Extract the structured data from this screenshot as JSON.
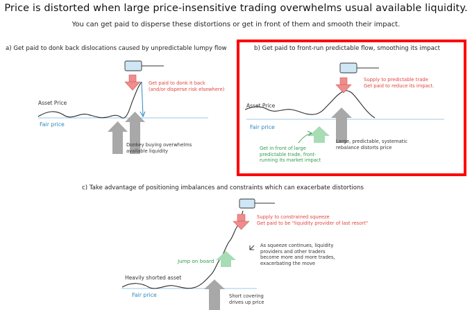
{
  "header": {
    "title": "Price is distorted when large price-insensitive trading overwhelms usual available liquidity.",
    "subtitle": "You can get paid to disperse these distortions or get in front of them and smooth their impact."
  },
  "panel_a": {
    "label": "a)  Get paid to donk back dislocations caused by unpredictable lumpy flow",
    "red_note": [
      "Get paid to donk it back",
      "(and/or disperse risk elsewhere)"
    ],
    "asset_price": "Asset Price",
    "fair_price": "Fair price",
    "donkey_note": [
      "Donkey buying overwhelms",
      "available liquidity"
    ]
  },
  "panel_b": {
    "label": "b) Get paid to front-run predictable flow, smoothing its impact",
    "red_note": [
      "Supply to predictable trade",
      "Get paid to reduce its impact."
    ],
    "asset_price": "Asset Price",
    "fair_price": "Fair price",
    "green_note": [
      "Get in front of large",
      "predictable trade, front-",
      "running its market impact"
    ],
    "flow_note": [
      "Large, predictable, systematic",
      "rebalance distorts price"
    ]
  },
  "panel_c": {
    "label": "c)  Take advantage of positioning imbalances and constraints which can exacerbate distortions",
    "red_note": [
      "Supply to constrained squeeze",
      "Get paid to be \"liquidity provider of last resort\""
    ],
    "squeeze_note": [
      "As squeeze continues, liquidity",
      "providers and other traders",
      "become more and more trades,",
      "exacerbating the move"
    ],
    "jump_note": "Jump on board",
    "asset_label": "Heavily shorted asset",
    "fair_price": "Fair price",
    "cover_note": [
      "Short covering",
      "drives up price"
    ]
  },
  "colors": {
    "red": "#e0443e",
    "blue": "#2e86c1",
    "green": "#2e9a4a",
    "gray_arrow": "#a8a8a8",
    "pink_arrow": "#f08c8c",
    "green_arrow": "#a8dcb4",
    "hammer": "#cfe6f5",
    "highlight_frame": "#ff0000"
  }
}
